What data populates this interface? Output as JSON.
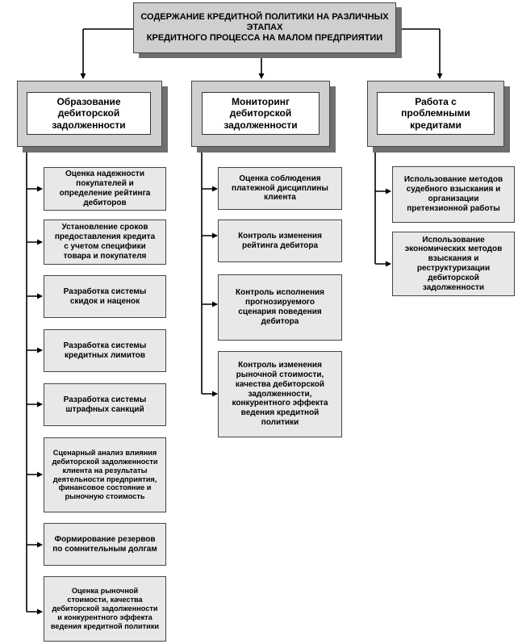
{
  "root": {
    "line1": "СОДЕРЖАНИЕ КРЕДИТНОЙ ПОЛИТИКИ НА РАЗЛИЧНЫХ ЭТАПАХ",
    "line2": "КРЕДИТНОГО ПРОЦЕССА НА МАЛОМ ПРЕДПРИЯТИИ"
  },
  "columns": [
    {
      "title": [
        "Образование",
        "дебиторской",
        "задолженности"
      ],
      "items": [
        [
          "Оценка надежности",
          "покупателей и",
          "определение рейтинга",
          "дебиторов"
        ],
        [
          "Установление сроков",
          "предоставления кредита",
          "с учетом специфики",
          "товара и покупателя"
        ],
        [
          "Разработка системы",
          "скидок и наценок"
        ],
        [
          "Разработка системы",
          "кредитных лимитов"
        ],
        [
          "Разработка системы",
          "штрафных санкций"
        ],
        [
          "Сценарный анализ влияния",
          "дебиторской задолженности",
          "клиента на результаты",
          "деятельности предприятия,",
          "финансовое состояние и",
          "рыночную стоимость"
        ],
        [
          "Формирование резервов",
          "по сомнительным долгам"
        ],
        [
          "Оценка рыночной",
          "стоимости, качества",
          "дебиторской задолженности",
          "и конкурентного эффекта",
          "ведения кредитной политики"
        ]
      ]
    },
    {
      "title": [
        "Мониторинг",
        "дебиторской",
        "задолженности"
      ],
      "items": [
        [
          "Оценка соблюдения",
          "платежной дисциплины",
          "клиента"
        ],
        [
          "Контроль изменения",
          "рейтинга дебитора"
        ],
        [
          "Контроль исполнения",
          "прогнозируемого",
          "сценария поведения",
          "дебитора"
        ],
        [
          "Контроль изменения",
          "рыночной стоимости,",
          "качества дебиторской",
          "задолженности,",
          "конкурентного эффекта",
          "ведения кредитной",
          "политики"
        ]
      ]
    },
    {
      "title": [
        "Работа с проблемными",
        "кредитами"
      ],
      "items": [
        [
          "Использование методов",
          "судебного взыскания и",
          "организации",
          "претензионной работы"
        ],
        [
          "Использование",
          "экономических методов",
          "взыскания и",
          "реструктуризации",
          "дебиторской",
          "задолженности"
        ]
      ]
    }
  ]
}
